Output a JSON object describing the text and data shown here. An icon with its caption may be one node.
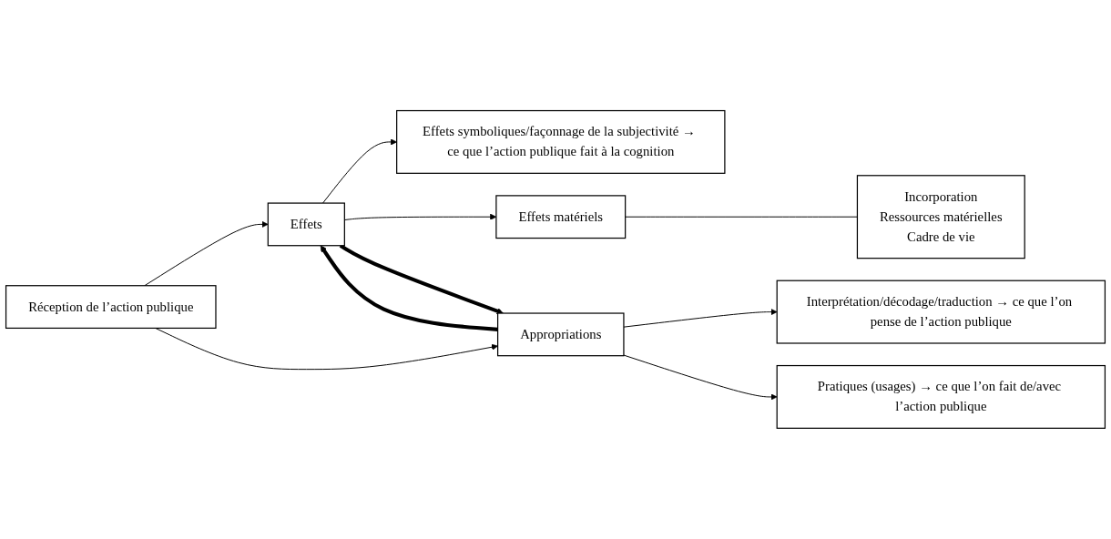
{
  "diagram": {
    "nodes": [
      {
        "text": [
          "Réception de l’action publique"
        ]
      },
      {
        "text": [
          "Effets"
        ]
      },
      {
        "text": [
          "Appropriations"
        ]
      },
      {
        "text": [
          "Effets symboliques/façonnage de la subjectivité → ce que l’action publique fait à la cognition"
        ]
      },
      {
        "text": [
          "Effets matériels"
        ]
      },
      {
        "text": [
          "Incorporation",
          "Ressources matérielles",
          "Cadre de vie"
        ]
      },
      {
        "text": [
          "Interprétation/décodage/traduction → ce que l’on pense de l’action publique"
        ]
      },
      {
        "text": [
          "Pratiques (usages) → ce que l’on fait de/avec l’action publique"
        ]
      }
    ],
    "edges": [
      {
        "from": 0,
        "to": 1,
        "arrow": "to"
      },
      {
        "from": 0,
        "to": 2,
        "arrow": "to"
      },
      {
        "from": 1,
        "to": 3,
        "arrow": "to"
      },
      {
        "from": 1,
        "to": 4,
        "arrow": "to"
      },
      {
        "from": 4,
        "to": 5,
        "arrow": "none"
      },
      {
        "from": 2,
        "to": 1,
        "arrow": "to",
        "style": "thick"
      },
      {
        "from": 1,
        "to": 2,
        "arrow": "to",
        "style": "thick"
      },
      {
        "from": 2,
        "to": 6,
        "arrow": "to"
      },
      {
        "from": 2,
        "to": 7,
        "arrow": "to"
      }
    ]
  }
}
